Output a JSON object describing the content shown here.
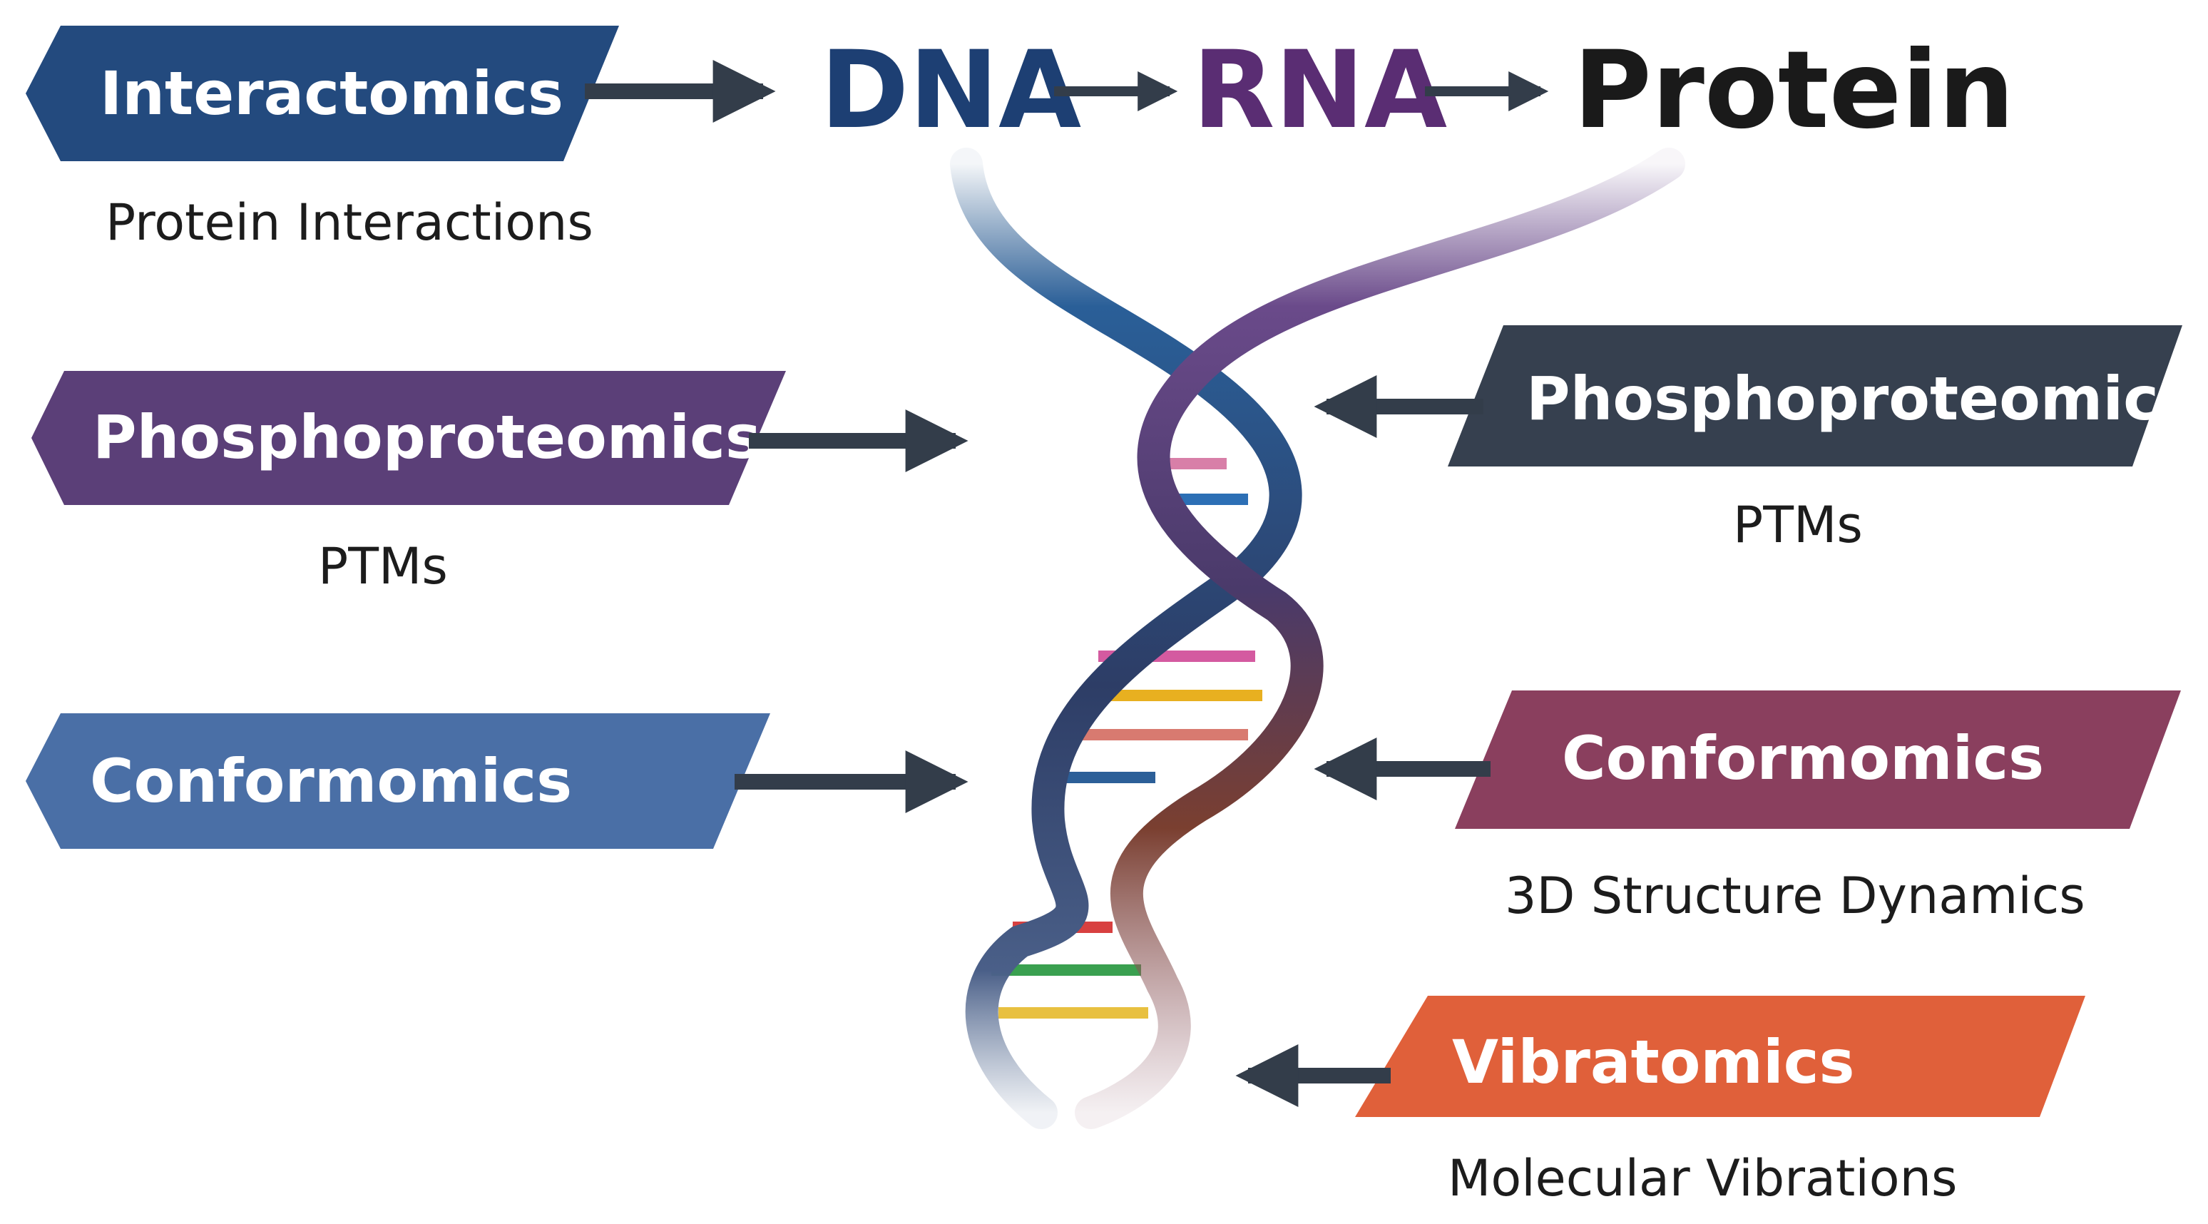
{
  "dogma": {
    "dna": "DNA",
    "rna": "RNA",
    "protein": "Protein",
    "colors": {
      "dna": "#1d3f73",
      "rna": "#5a2d73",
      "protein": "#1a1a1a"
    }
  },
  "left_items": [
    {
      "title": "Interactomics",
      "subtitle": "Protein Interactions",
      "color": "#234a7e"
    },
    {
      "title": "Phosphoproteomics",
      "subtitle": "PTMs",
      "color": "#5b3f78"
    },
    {
      "title": "Conformomics",
      "subtitle": "",
      "color": "#4a6fa6"
    }
  ],
  "right_items": [
    {
      "title": "Phosphoproteomics",
      "subtitle": "PTMs",
      "color": "#36404f"
    },
    {
      "title": "Conformomics",
      "subtitle": "3D Structure Dynamics",
      "color": "#8a3f5e"
    },
    {
      "title": "Vibratomics",
      "subtitle": "Molecular Vibrations",
      "color": "#e0603a"
    }
  ],
  "arrow_color": "#333d4a"
}
